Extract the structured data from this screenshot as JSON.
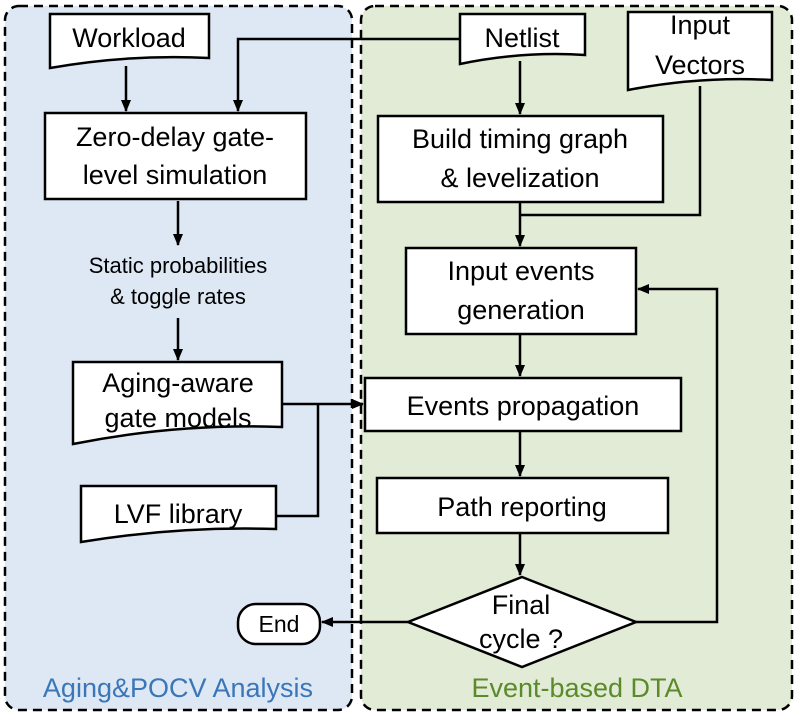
{
  "panels": {
    "left_label": "Aging&POCV Analysis",
    "right_label": "Event-based DTA",
    "left_fill": "#dde8f4",
    "right_fill": "#e1ebd5",
    "left_label_color": "#3a76b8",
    "right_label_color": "#5a8a2a"
  },
  "nodes": {
    "workload": "Workload",
    "zero_delay_1": "Zero-delay gate-",
    "zero_delay_2": "level simulation",
    "static_prob_1": "Static probabilities",
    "static_prob_2": "& toggle rates",
    "aging_models_1": "Aging-aware",
    "aging_models_2": "gate models",
    "lvf": "LVF library",
    "end": "End",
    "netlist": "Netlist",
    "input_vectors_1": "Input",
    "input_vectors_2": "Vectors",
    "build_graph_1": "Build timing graph",
    "build_graph_2": "& levelization",
    "input_events_1": "Input events",
    "input_events_2": "generation",
    "events_prop": "Events propagation",
    "path_report": "Path reporting",
    "final_cycle_1": "Final",
    "final_cycle_2": "cycle ?"
  }
}
